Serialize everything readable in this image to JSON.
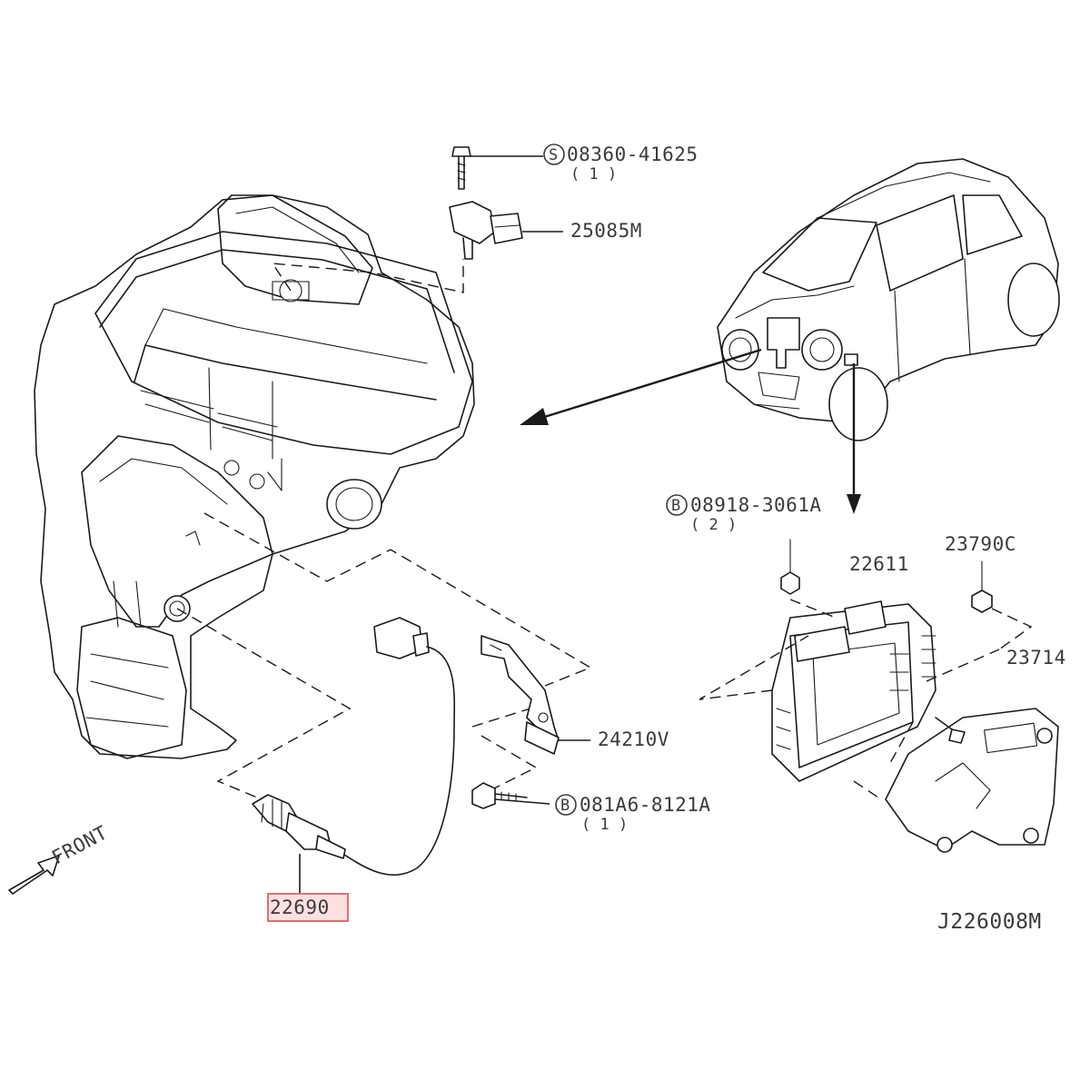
{
  "diagram": {
    "drawing_code": "J226008M",
    "front_label": "FRONT",
    "parts": [
      {
        "id": "screw",
        "label": "08360-41625",
        "prefix": "S",
        "qty": "( 1 )"
      },
      {
        "id": "map-sensor",
        "label": "25085M"
      },
      {
        "id": "bolt-ecm",
        "label": "08918-3061A",
        "prefix": "B",
        "qty": "( 2 )"
      },
      {
        "id": "ecm",
        "label": "22611"
      },
      {
        "id": "nut",
        "label": "23790C"
      },
      {
        "id": "ecm-bracket",
        "label": "23714"
      },
      {
        "id": "harness-bracket",
        "label": "24210V"
      },
      {
        "id": "bolt-bracket",
        "label": "081A6-8121A",
        "prefix": "B",
        "qty": "( 1 )"
      },
      {
        "id": "oxygen-sensor",
        "label": "22690",
        "highlighted": true
      }
    ],
    "highlight_color": "#e07070"
  }
}
